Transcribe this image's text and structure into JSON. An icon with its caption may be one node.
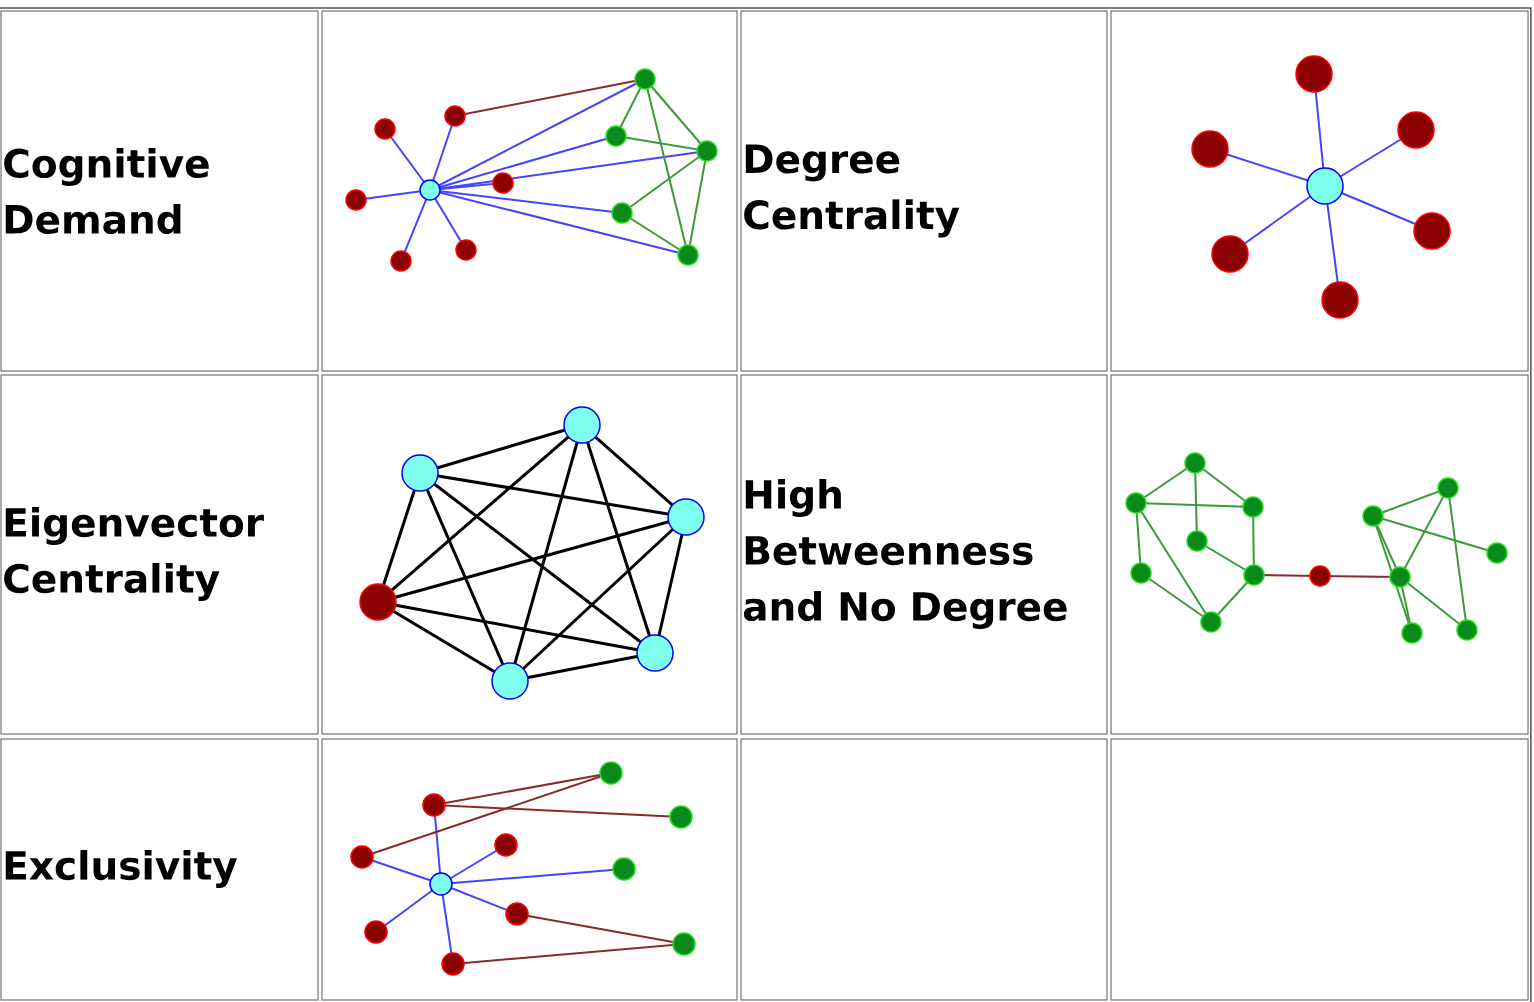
{
  "diagram": {
    "labels": [
      "Cognitive Demand",
      "Degree Centrality",
      "Eigenvector Centrality",
      "High Betweenness and No Degree",
      "Exclusivity"
    ]
  }
}
